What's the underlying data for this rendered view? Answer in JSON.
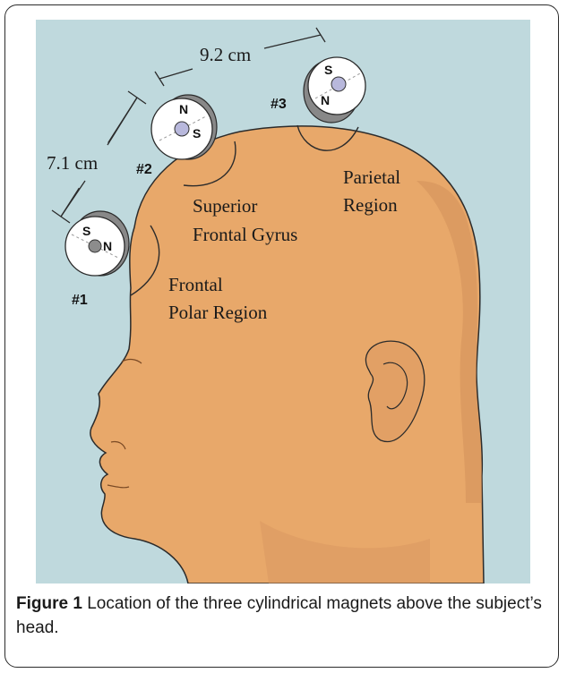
{
  "figure": {
    "colors": {
      "background": "#bfd9dd",
      "skin": "#e8a86a",
      "skin_shadow": "#c88450"
    },
    "distances": {
      "d12": "7.1 cm",
      "d23": "9.2 cm"
    },
    "magnets": [
      {
        "id": "#1",
        "top_pole": "S",
        "side_pole": "N"
      },
      {
        "id": "#2",
        "top_pole": "N",
        "side_pole": "S"
      },
      {
        "id": "#3",
        "top_pole": "S",
        "side_pole": "N"
      }
    ],
    "regions": {
      "frontal_polar": {
        "line1": "Frontal",
        "line2": "Polar Region"
      },
      "superior_frontal": {
        "line1": "Superior",
        "line2": "Frontal Gyrus"
      },
      "parietal": {
        "line1": "Parietal",
        "line2": "Region"
      }
    }
  },
  "caption": {
    "label": "Figure 1",
    "text": "Location of the three cylindrical magnets above the subject’s head."
  }
}
